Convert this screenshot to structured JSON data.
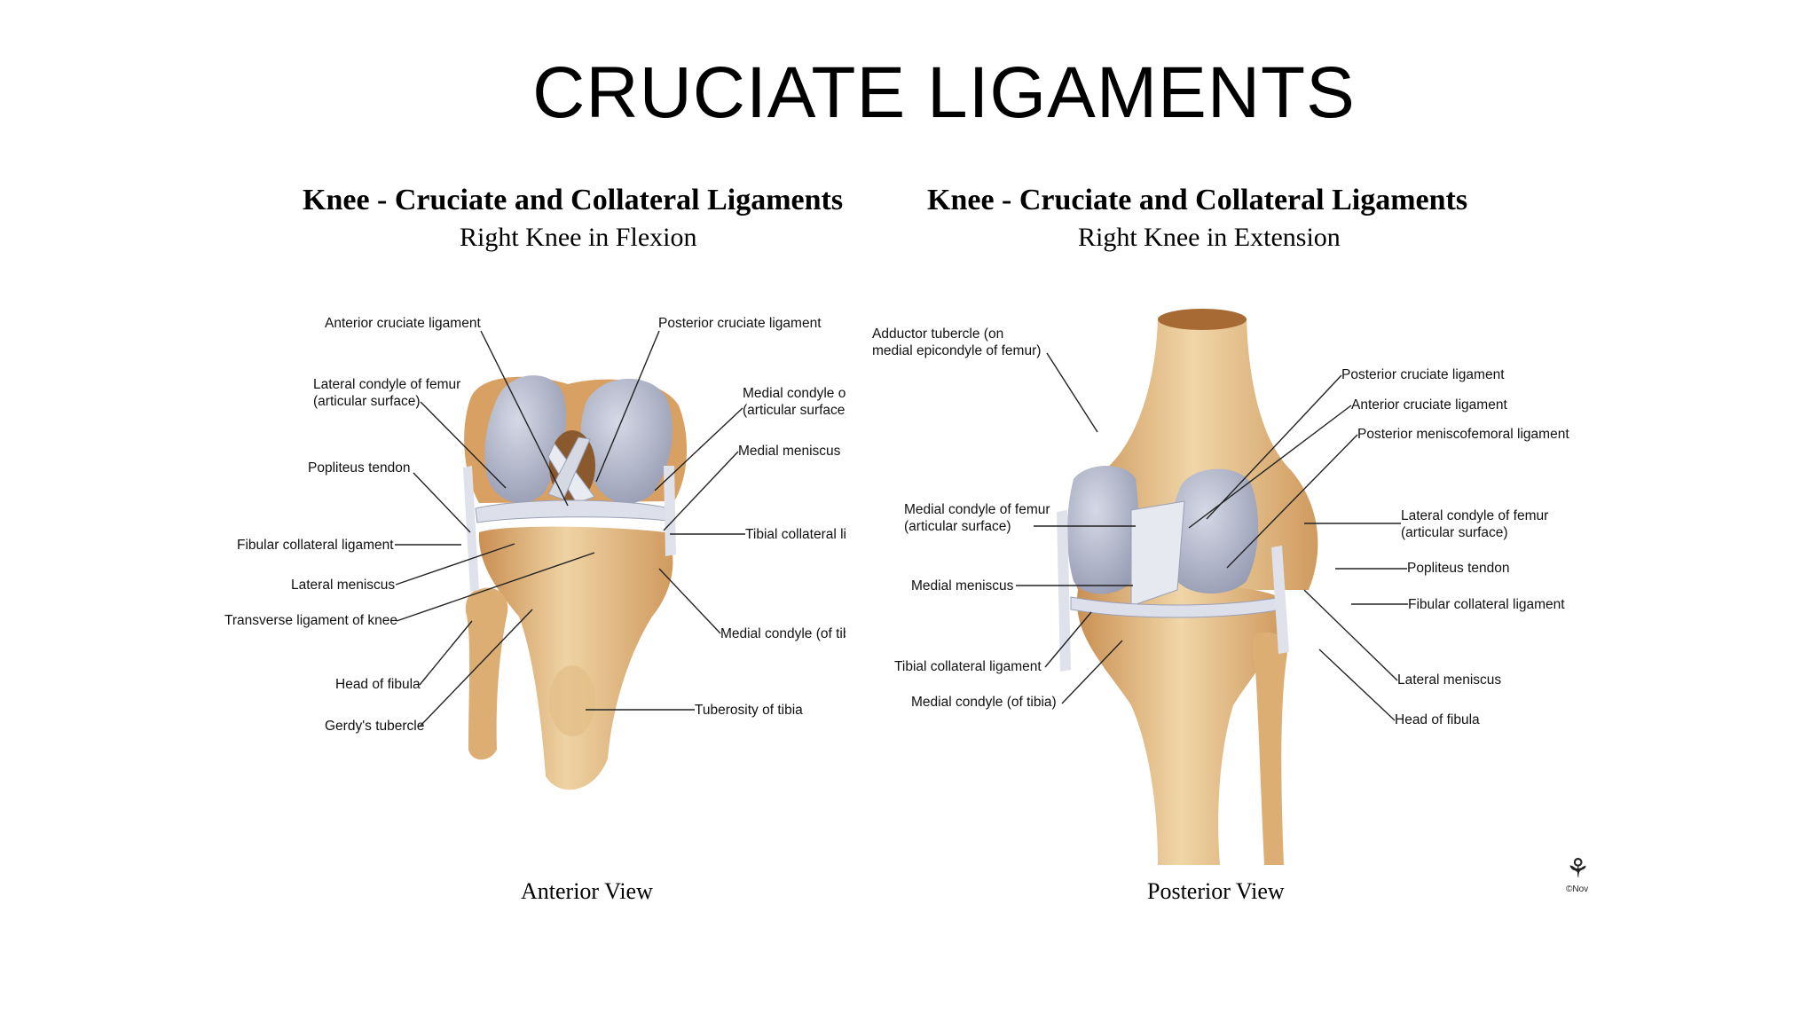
{
  "slide": {
    "title": "CRUCIATE LIGAMENTS"
  },
  "anterior": {
    "heading": "Knee - Cruciate and Collateral Ligaments",
    "subheading": "Right Knee in Flexion",
    "caption": "Anterior View",
    "labels": {
      "anterior_cruciate": "Anterior cruciate ligament",
      "posterior_cruciate": "Posterior cruciate ligament",
      "lateral_condyle_femur_1": "Lateral condyle of femur",
      "lateral_condyle_femur_2": "(articular surface)",
      "medial_condyle_femur_1": "Medial condyle of femur",
      "medial_condyle_femur_2": "(articular surface)",
      "popliteus_tendon": "Popliteus tendon",
      "medial_meniscus": "Medial meniscus",
      "fibular_collateral": "Fibular collateral ligament",
      "tibial_collateral": "Tibial collateral ligament",
      "lateral_meniscus": "Lateral meniscus",
      "transverse_ligament": "Transverse ligament of knee",
      "medial_condyle_tibia": "Medial condyle (of tibia)",
      "head_of_fibula": "Head of fibula",
      "gerdys_tubercle": "Gerdy's tubercle",
      "tuberosity_of_tibia": "Tuberosity of tibia"
    }
  },
  "posterior": {
    "heading": "Knee - Cruciate and Collateral Ligaments",
    "subheading": "Right Knee in Extension",
    "caption": "Posterior View",
    "labels": {
      "adductor_tubercle_1": "Adductor tubercle (on",
      "adductor_tubercle_2": "medial epicondyle of femur)",
      "posterior_cruciate": "Posterior cruciate ligament",
      "anterior_cruciate": "Anterior cruciate ligament",
      "posterior_meniscofemoral": "Posterior meniscofemoral ligament",
      "medial_condyle_femur_1": "Medial condyle of femur",
      "medial_condyle_femur_2": "(articular surface)",
      "lateral_condyle_femur_1": "Lateral condyle of femur",
      "lateral_condyle_femur_2": "(articular surface)",
      "popliteus_tendon": "Popliteus tendon",
      "medial_meniscus": "Medial meniscus",
      "fibular_collateral": "Fibular collateral ligament",
      "tibial_collateral": "Tibial collateral ligament",
      "medial_condyle_tibia": "Medial condyle (of tibia)",
      "lateral_meniscus": "Lateral meniscus",
      "head_of_fibula": "Head of fibula"
    }
  },
  "signature": {
    "text": "©Nov"
  },
  "colors": {
    "bone": "#e6c08a",
    "bone_dark": "#c98f52",
    "cartilage": "#a9afc6",
    "ligament": "#dfe2ea",
    "leader": "#222222"
  }
}
